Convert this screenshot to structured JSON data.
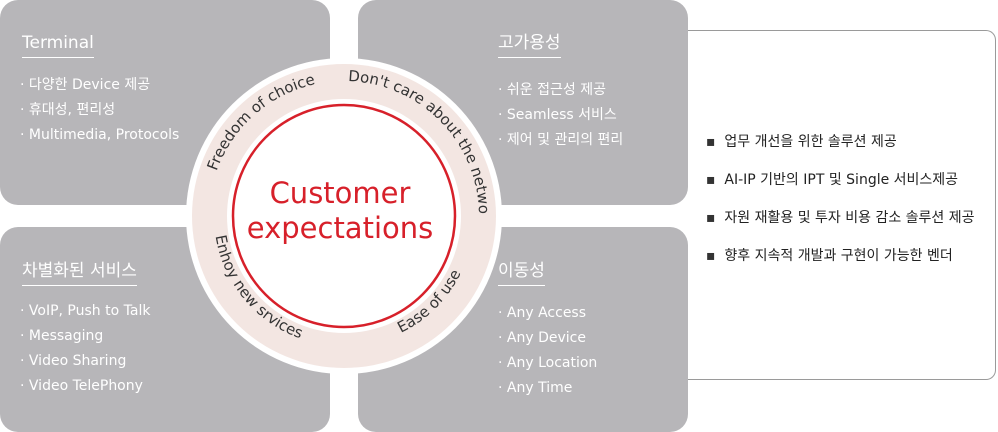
{
  "center": {
    "title_line1": "Customer",
    "title_line2": "expectations",
    "ring_labels": {
      "top_left": "Freedom of choice",
      "top_right": "Don't care about the network",
      "bottom_left": "Enhoy new srvices",
      "bottom_right": "Ease of use"
    }
  },
  "quadrants": {
    "top_left": {
      "title": "Terminal",
      "items": [
        "다양한 Device 제공",
        "휴대성, 편리성",
        "Multimedia, Protocols"
      ]
    },
    "top_right": {
      "title": "고가용성",
      "items": [
        "쉬운 접근성 제공",
        "Seamless 서비스",
        "제어 및 관리의 편리"
      ]
    },
    "bottom_left": {
      "title": "차별화된 서비스",
      "items": [
        "VoIP, Push to Talk",
        "Messaging",
        "Video Sharing",
        "Video TelePhony"
      ]
    },
    "bottom_right": {
      "title": "이동성",
      "items": [
        "Any Access",
        "Any Device",
        "Any Location",
        "Any Time"
      ]
    }
  },
  "panel": {
    "items": [
      "업무 개선을 위한 솔루션 제공",
      "AI-IP 기반의 IPT 및 Single 서비스제공",
      "자원 재활용 및 투자 비용 감소 솔루션 제공",
      "향후 지속적 개발과 구현이 가능한 벤더"
    ]
  },
  "colors": {
    "quadrant_bg": "#b7b6b9",
    "ring_bg": "#f3e6e2",
    "accent_red": "#d7202a",
    "text_dark": "#333333"
  }
}
